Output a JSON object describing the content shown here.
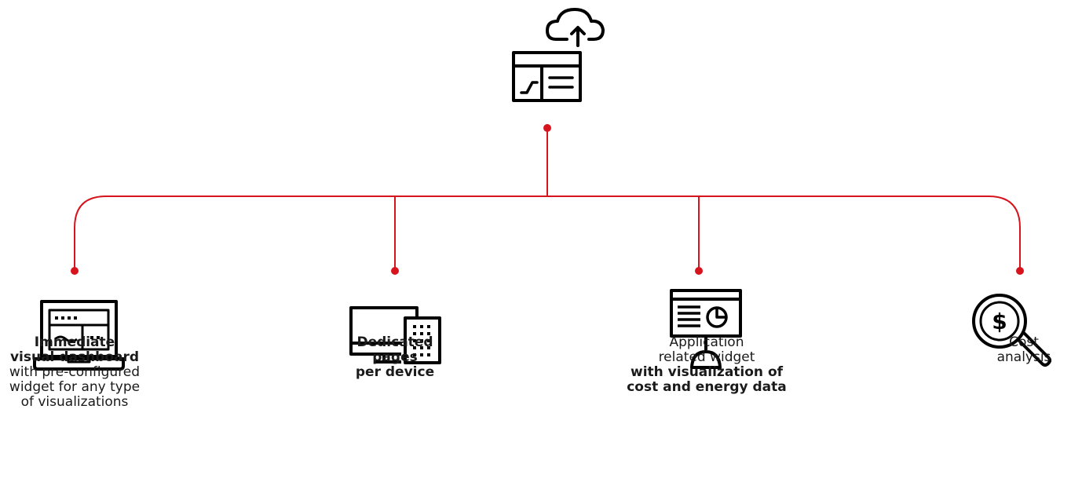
{
  "colors": {
    "connector": "#d7141e",
    "icon": "#000000",
    "text": "#1a1a1a"
  },
  "root": {
    "icon": "cloud-dashboard-icon"
  },
  "items": [
    {
      "icon": "laptop-dashboard-icon",
      "bold_top": "Immediate",
      "bold_bottom": "visual dashboard",
      "line1": "with pre-configured",
      "line2": "widget for any type",
      "line3": "of visualizations"
    },
    {
      "icon": "desktop-and-device-icon",
      "bold1": "Dedicated",
      "bold2": "pages",
      "bold3": "per device"
    },
    {
      "icon": "presentation-chart-icon",
      "line1": "Application",
      "line2": "related widget",
      "bold1": "with visualization of",
      "bold2": "cost and energy data"
    },
    {
      "icon": "dollar-search-icon",
      "line1": "Cost",
      "line2": "analysis"
    }
  ]
}
